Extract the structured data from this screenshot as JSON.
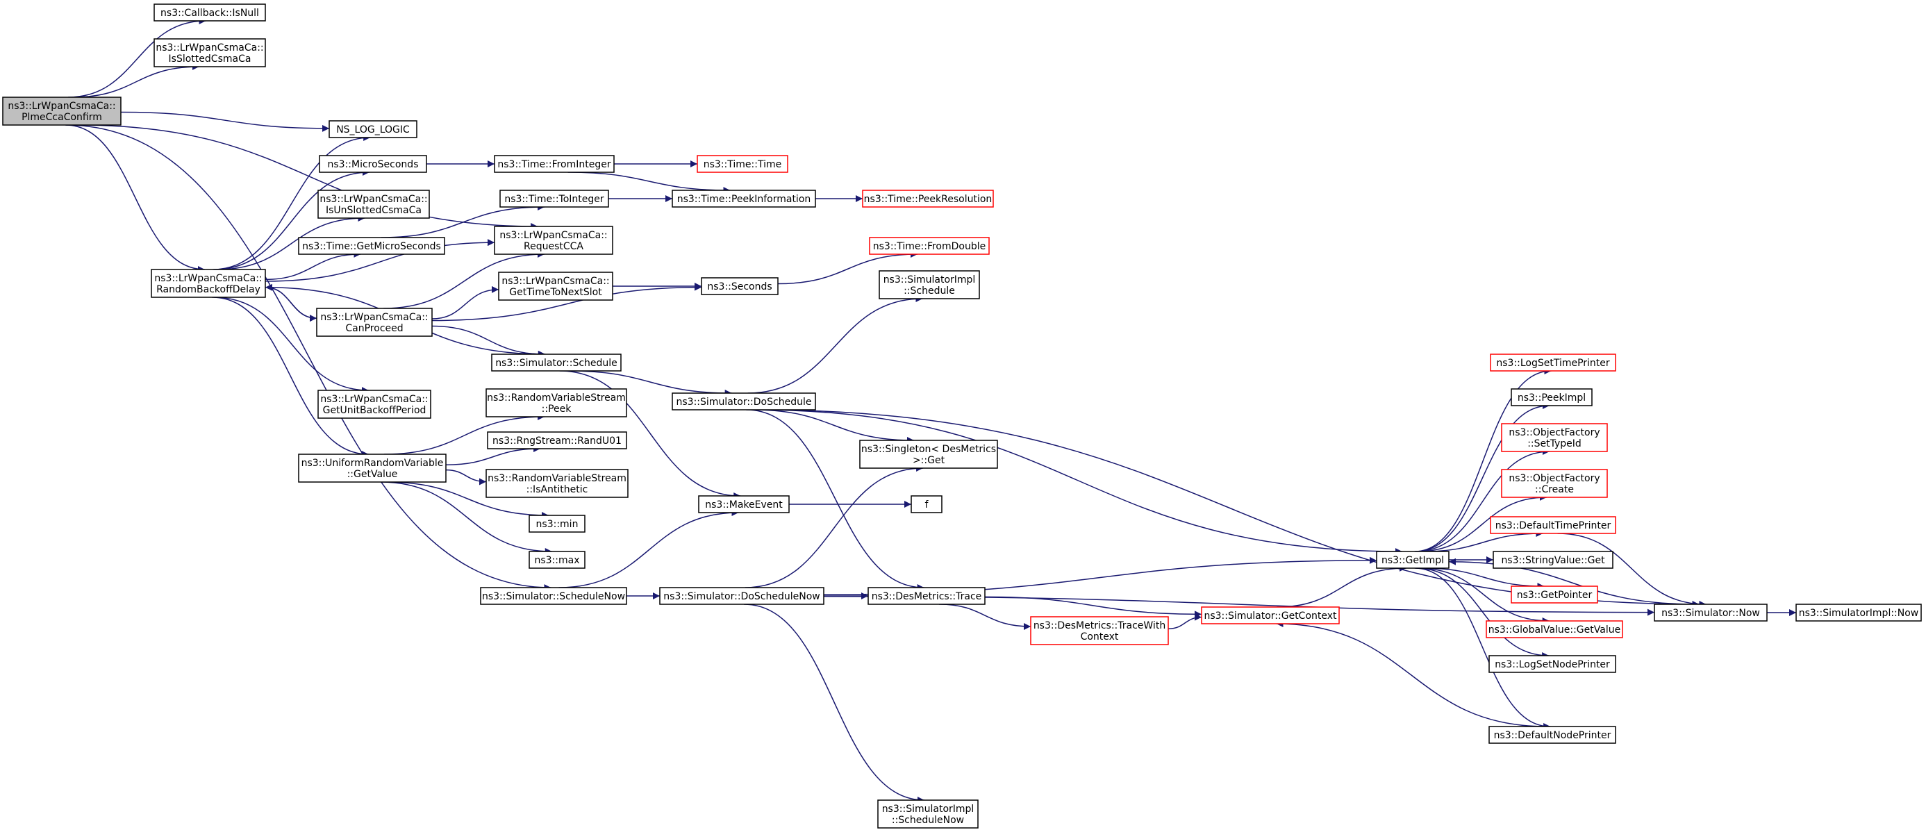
{
  "colors": {
    "edge": "#191970",
    "node_border": "#000000",
    "node_border_truncated": "#ff0000",
    "root_fill": "#bfbfbf"
  },
  "nodes": [
    {
      "id": "plme",
      "lines": [
        "ns3::LrWpanCsmaCa::",
        "PlmeCcaConfirm"
      ],
      "root": true
    },
    {
      "id": "isnull",
      "lines": [
        "ns3::Callback::IsNull"
      ]
    },
    {
      "id": "isslotted",
      "lines": [
        "ns3::LrWpanCsmaCa::",
        "IsSlottedCsmaCa"
      ]
    },
    {
      "id": "nslog",
      "lines": [
        "NS_LOG_LOGIC"
      ]
    },
    {
      "id": "micro",
      "lines": [
        "ns3::MicroSeconds"
      ]
    },
    {
      "id": "isunslotted",
      "lines": [
        "ns3::LrWpanCsmaCa::",
        "IsUnSlottedCsmaCa"
      ]
    },
    {
      "id": "getmicro",
      "lines": [
        "ns3::Time::GetMicroSeconds"
      ]
    },
    {
      "id": "rbd",
      "lines": [
        "ns3::LrWpanCsmaCa::",
        "RandomBackoffDelay"
      ]
    },
    {
      "id": "canproceed",
      "lines": [
        "ns3::LrWpanCsmaCa::",
        "CanProceed"
      ]
    },
    {
      "id": "getunit",
      "lines": [
        "ns3::LrWpanCsmaCa::",
        "GetUnitBackoffPeriod"
      ]
    },
    {
      "id": "urv",
      "lines": [
        "ns3::UniformRandomVariable",
        "::GetValue"
      ]
    },
    {
      "id": "fromint",
      "lines": [
        "ns3::Time::FromInteger"
      ]
    },
    {
      "id": "toint",
      "lines": [
        "ns3::Time::ToInteger"
      ]
    },
    {
      "id": "reqcca",
      "lines": [
        "ns3::LrWpanCsmaCa::",
        "RequestCCA"
      ]
    },
    {
      "id": "gettnext",
      "lines": [
        "ns3::LrWpanCsmaCa::",
        "GetTimeToNextSlot"
      ]
    },
    {
      "id": "simsched",
      "lines": [
        "ns3::Simulator::Schedule"
      ]
    },
    {
      "id": "rvspeek",
      "lines": [
        "ns3::RandomVariableStream",
        "::Peek"
      ]
    },
    {
      "id": "randu01",
      "lines": [
        "ns3::RngStream::RandU01"
      ]
    },
    {
      "id": "isanti",
      "lines": [
        "ns3::RandomVariableStream",
        "::IsAntithetic"
      ]
    },
    {
      "id": "min",
      "lines": [
        "ns3::min"
      ]
    },
    {
      "id": "max",
      "lines": [
        "ns3::max"
      ]
    },
    {
      "id": "schednow",
      "lines": [
        "ns3::Simulator::ScheduleNow"
      ]
    },
    {
      "id": "timetime",
      "lines": [
        "ns3::Time::Time"
      ],
      "truncated": true
    },
    {
      "id": "peekinfo",
      "lines": [
        "ns3::Time::PeekInformation"
      ]
    },
    {
      "id": "peekres",
      "lines": [
        "ns3::Time::PeekResolution"
      ],
      "truncated": true
    },
    {
      "id": "seconds",
      "lines": [
        "ns3::Seconds"
      ]
    },
    {
      "id": "fromdouble",
      "lines": [
        "ns3::Time::FromDouble"
      ],
      "truncated": true
    },
    {
      "id": "dosched",
      "lines": [
        "ns3::Simulator::DoSchedule"
      ]
    },
    {
      "id": "implsched",
      "lines": [
        "ns3::SimulatorImpl",
        "::Schedule"
      ]
    },
    {
      "id": "singleton",
      "lines": [
        "ns3::Singleton< DesMetrics",
        "  >::Get"
      ]
    },
    {
      "id": "makeevent",
      "lines": [
        "ns3::MakeEvent"
      ]
    },
    {
      "id": "f",
      "lines": [
        "f"
      ]
    },
    {
      "id": "doschednow",
      "lines": [
        "ns3::Simulator::DoScheduleNow"
      ]
    },
    {
      "id": "desmtrace",
      "lines": [
        "ns3::DesMetrics::Trace"
      ]
    },
    {
      "id": "tracewith",
      "lines": [
        "ns3::DesMetrics::TraceWith",
        "Context"
      ],
      "truncated": true
    },
    {
      "id": "getcontext",
      "lines": [
        "ns3::Simulator::GetContext"
      ],
      "truncated": true
    },
    {
      "id": "implschednow",
      "lines": [
        "ns3::SimulatorImpl",
        "::ScheduleNow"
      ]
    },
    {
      "id": "getimpl",
      "lines": [
        "ns3::GetImpl"
      ]
    },
    {
      "id": "logsettime",
      "lines": [
        "ns3::LogSetTimePrinter"
      ],
      "truncated": true
    },
    {
      "id": "peekimpl",
      "lines": [
        "ns3::PeekImpl"
      ]
    },
    {
      "id": "ofsettype",
      "lines": [
        "ns3::ObjectFactory",
        "::SetTypeId"
      ],
      "truncated": true
    },
    {
      "id": "ofcreate",
      "lines": [
        "ns3::ObjectFactory",
        "::Create"
      ],
      "truncated": true
    },
    {
      "id": "deftime",
      "lines": [
        "ns3::DefaultTimePrinter"
      ],
      "truncated": true
    },
    {
      "id": "strget",
      "lines": [
        "ns3::StringValue::Get"
      ]
    },
    {
      "id": "getptr",
      "lines": [
        "ns3::GetPointer"
      ],
      "truncated": true
    },
    {
      "id": "gvget",
      "lines": [
        "ns3::GlobalValue::GetValue"
      ],
      "truncated": true
    },
    {
      "id": "logsetnode",
      "lines": [
        "ns3::LogSetNodePrinter"
      ]
    },
    {
      "id": "defnode",
      "lines": [
        "ns3::DefaultNodePrinter"
      ]
    },
    {
      "id": "simnow",
      "lines": [
        "ns3::Simulator::Now"
      ]
    },
    {
      "id": "implnow",
      "lines": [
        "ns3::SimulatorImpl::Now"
      ]
    }
  ],
  "edges": [
    [
      "plme",
      "isnull"
    ],
    [
      "plme",
      "isslotted"
    ],
    [
      "plme",
      "nslog"
    ],
    [
      "plme",
      "rbd"
    ],
    [
      "plme",
      "reqcca"
    ],
    [
      "plme",
      "schednow"
    ],
    [
      "rbd",
      "nslog"
    ],
    [
      "rbd",
      "micro"
    ],
    [
      "rbd",
      "isunslotted"
    ],
    [
      "rbd",
      "getmicro"
    ],
    [
      "rbd",
      "reqcca"
    ],
    [
      "rbd",
      "canproceed"
    ],
    [
      "rbd",
      "simsched"
    ],
    [
      "rbd",
      "getunit"
    ],
    [
      "rbd",
      "urv"
    ],
    [
      "canproceed",
      "rbd"
    ],
    [
      "canproceed",
      "reqcca"
    ],
    [
      "canproceed",
      "gettnext"
    ],
    [
      "canproceed",
      "seconds"
    ],
    [
      "canproceed",
      "simsched"
    ],
    [
      "micro",
      "fromint"
    ],
    [
      "fromint",
      "timetime"
    ],
    [
      "fromint",
      "peekinfo"
    ],
    [
      "getmicro",
      "toint"
    ],
    [
      "toint",
      "peekinfo"
    ],
    [
      "peekinfo",
      "peekres"
    ],
    [
      "gettnext",
      "seconds"
    ],
    [
      "seconds",
      "fromdouble"
    ],
    [
      "simsched",
      "dosched"
    ],
    [
      "simsched",
      "makeevent"
    ],
    [
      "urv",
      "rvspeek"
    ],
    [
      "urv",
      "randu01"
    ],
    [
      "urv",
      "isanti"
    ],
    [
      "urv",
      "min"
    ],
    [
      "urv",
      "max"
    ],
    [
      "schednow",
      "makeevent"
    ],
    [
      "schednow",
      "doschednow"
    ],
    [
      "makeevent",
      "f"
    ],
    [
      "dosched",
      "implsched"
    ],
    [
      "dosched",
      "simnow"
    ],
    [
      "dosched",
      "singleton"
    ],
    [
      "dosched",
      "getimpl"
    ],
    [
      "dosched",
      "desmtrace"
    ],
    [
      "doschednow",
      "singleton"
    ],
    [
      "doschednow",
      "getimpl"
    ],
    [
      "doschednow",
      "desmtrace"
    ],
    [
      "doschednow",
      "simnow"
    ],
    [
      "doschednow",
      "implschednow"
    ],
    [
      "desmtrace",
      "getcontext"
    ],
    [
      "desmtrace",
      "tracewith"
    ],
    [
      "tracewith",
      "getcontext"
    ],
    [
      "getcontext",
      "getimpl"
    ],
    [
      "getimpl",
      "logsettime"
    ],
    [
      "getimpl",
      "peekimpl"
    ],
    [
      "getimpl",
      "ofsettype"
    ],
    [
      "getimpl",
      "ofcreate"
    ],
    [
      "getimpl",
      "deftime"
    ],
    [
      "getimpl",
      "strget"
    ],
    [
      "getimpl",
      "getptr"
    ],
    [
      "getimpl",
      "gvget"
    ],
    [
      "getimpl",
      "logsetnode"
    ],
    [
      "getimpl",
      "defnode"
    ],
    [
      "deftime",
      "simnow"
    ],
    [
      "defnode",
      "getcontext"
    ],
    [
      "simnow",
      "getimpl"
    ],
    [
      "simnow",
      "implnow"
    ]
  ]
}
